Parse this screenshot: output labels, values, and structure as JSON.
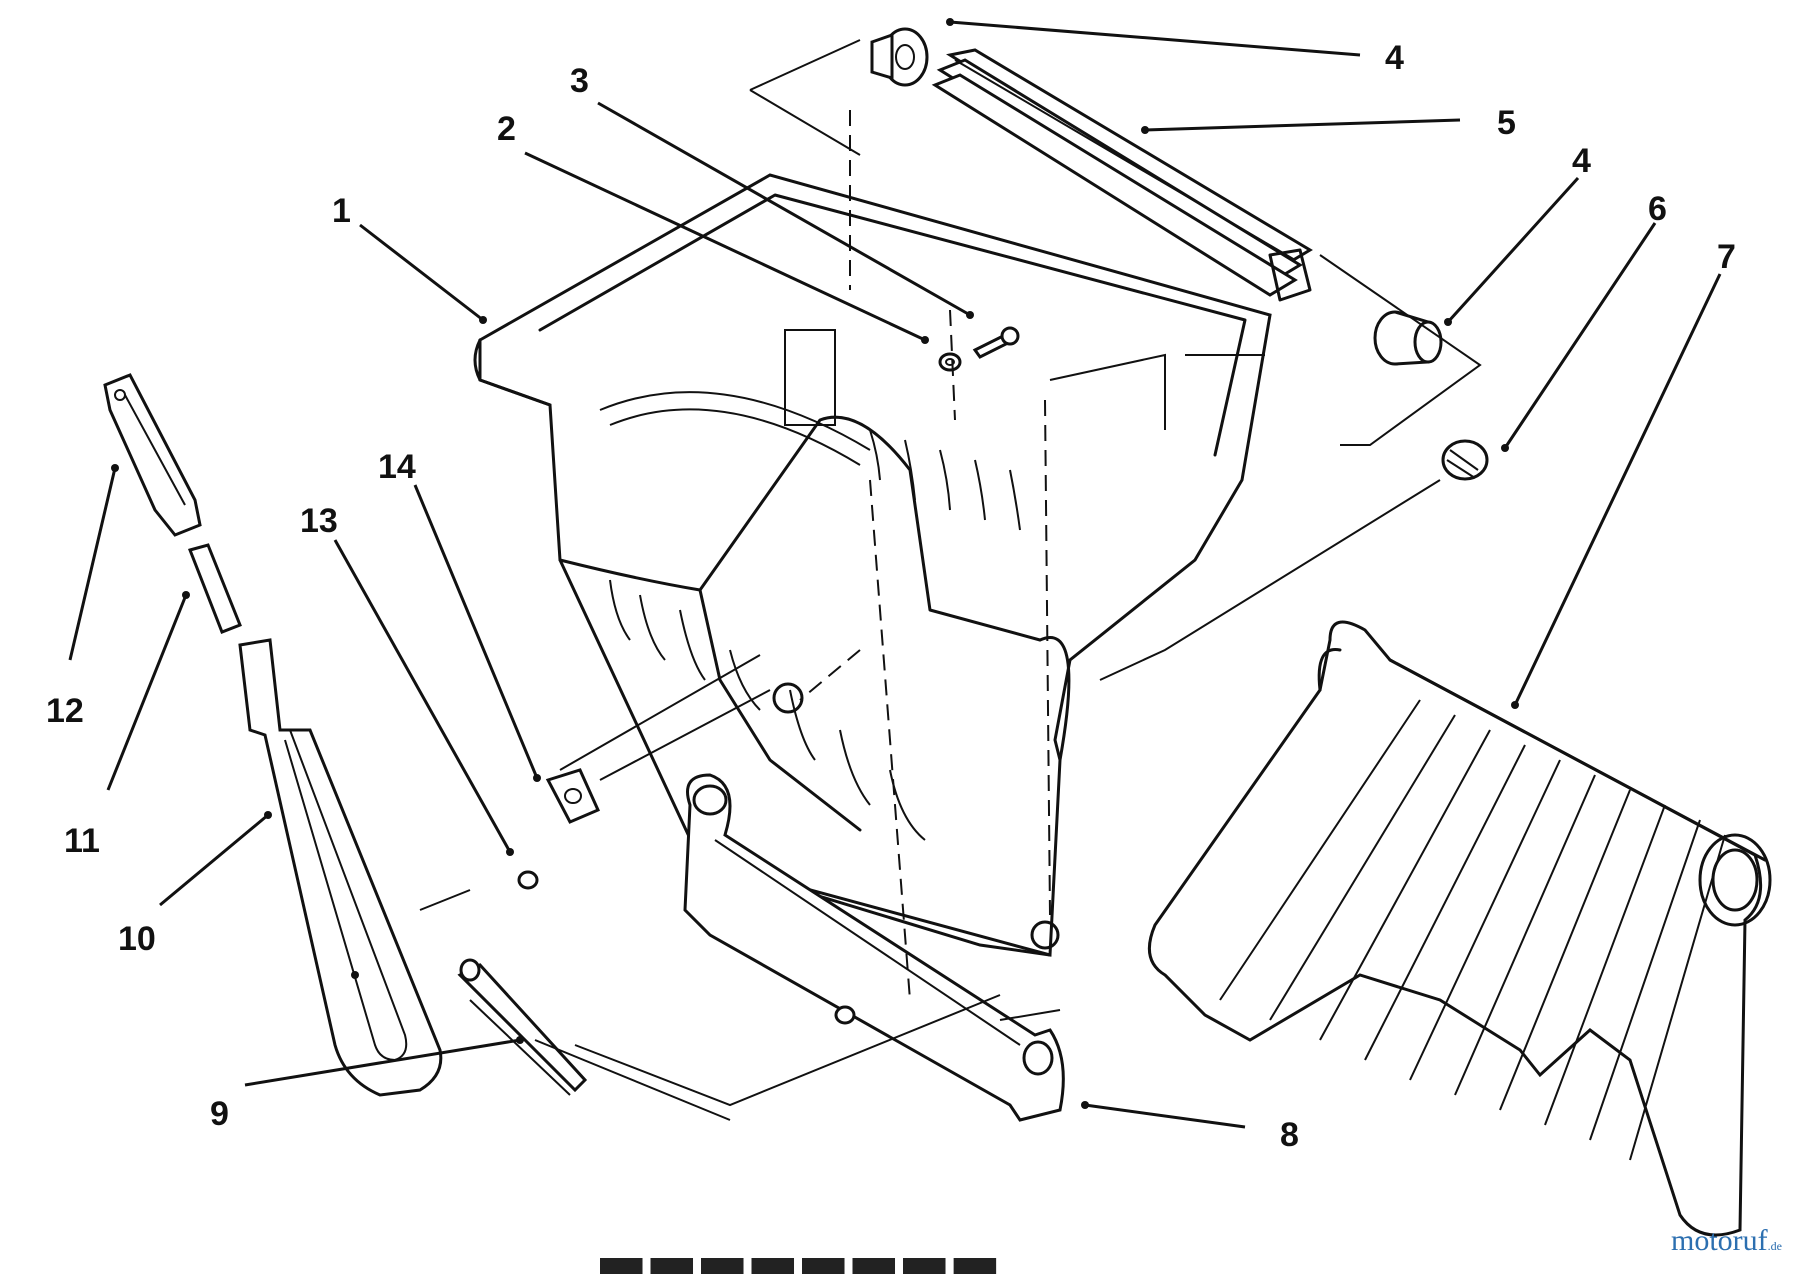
{
  "diagram": {
    "labels": {
      "p1": "1",
      "p2": "2",
      "p3": "3",
      "p4a": "4",
      "p4b": "4",
      "p5": "5",
      "p6": "6",
      "p7": "7",
      "p8": "8",
      "p9": "9",
      "p10": "10",
      "p11": "11",
      "p12": "12",
      "p13": "13",
      "p14": "14"
    }
  },
  "watermark": {
    "brand": "motoruf",
    "suffix": ".de"
  }
}
